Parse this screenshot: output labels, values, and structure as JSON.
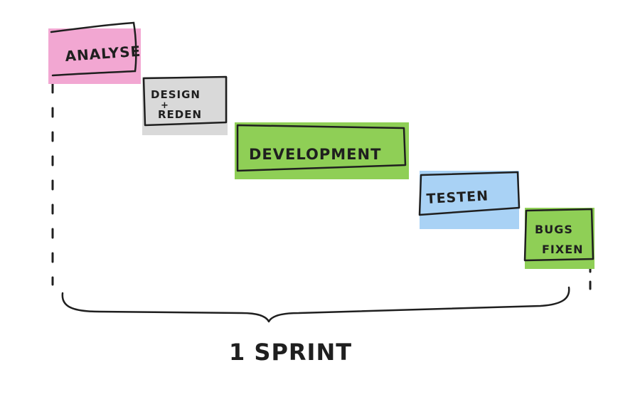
{
  "diagram": {
    "phases": [
      {
        "label": "ANALYSE",
        "fill": "#f2a7d2"
      },
      {
        "label_line1": "DESIGN",
        "label_plus": "+",
        "label_line2": "REDEN",
        "fill": "#d9d9d9"
      },
      {
        "label": "DEVELOPMENT",
        "fill": "#8fcf56"
      },
      {
        "label": "TESTEN",
        "fill": "#a9d2f5"
      },
      {
        "label_line1": "BUGS",
        "label_line2": "FIXEN",
        "fill": "#8fcf56"
      }
    ],
    "bracket_label": "1 SPRINT",
    "ink_color": "#1f1f1f"
  }
}
